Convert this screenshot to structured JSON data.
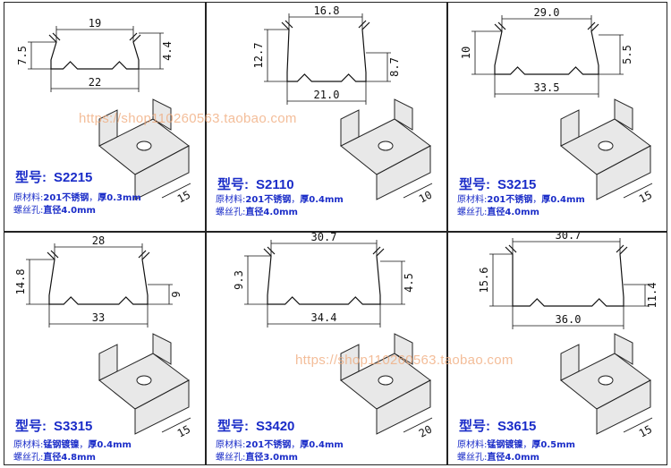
{
  "products": [
    {
      "model_label": "型号:",
      "code": "S2215",
      "material_label": "原材料:",
      "material": "201不锈钢",
      "thickness": "厚0.3mm",
      "hole_label": "螺丝孔:",
      "hole": "直径4.0mm",
      "dims": {
        "top": "19",
        "bottom": "22",
        "left": "7.5",
        "right": "4.4",
        "depth": "15"
      }
    },
    {
      "model_label": "型号:",
      "code": "S2110",
      "material_label": "原材料:",
      "material": "201不锈钢",
      "thickness": "厚0.4mm",
      "hole_label": "螺丝孔:",
      "hole": "直径4.0mm",
      "dims": {
        "top": "16.8",
        "bottom": "21.0",
        "left": "12.7",
        "right": "8.7",
        "depth": "10"
      }
    },
    {
      "model_label": "型号:",
      "code": "S3215",
      "material_label": "原材料:",
      "material": "201不锈钢",
      "thickness": "厚0.4mm",
      "hole_label": "螺丝孔:",
      "hole": "直径4.0mm",
      "dims": {
        "top": "29.0",
        "bottom": "33.5",
        "left": "10",
        "right": "5.5",
        "depth": "15"
      }
    },
    {
      "model_label": "型号:",
      "code": "S3315",
      "material_label": "原材料:",
      "material": "锰钢镀镍",
      "thickness": "厚0.4mm",
      "hole_label": "螺丝孔:",
      "hole": "直径4.8mm",
      "dims": {
        "top": "28",
        "bottom": "33",
        "left": "14.8",
        "right": "9",
        "depth": "15"
      }
    },
    {
      "model_label": "型号:",
      "code": "S3420",
      "material_label": "原材料:",
      "material": "201不锈钢",
      "thickness": "厚0.4mm",
      "hole_label": "螺丝孔:",
      "hole": "直径3.0mm",
      "dims": {
        "top": "30.7",
        "bottom": "34.4",
        "left": "9.3",
        "right": "4.5",
        "depth": "20"
      }
    },
    {
      "model_label": "型号:",
      "code": "S3615",
      "material_label": "原材料:",
      "material": "锰钢镀镍",
      "thickness": "厚0.5mm",
      "hole_label": "螺丝孔:",
      "hole": "直径4.0mm",
      "dims": {
        "top": "30.7",
        "bottom": "36.0",
        "left": "15.6",
        "right": "11.4",
        "depth": "15"
      }
    }
  ],
  "watermark": "https://shop110260563.taobao.com",
  "colors": {
    "label_blue": "#1a2cc8",
    "watermark": "#f0a878",
    "line": "#111111"
  }
}
